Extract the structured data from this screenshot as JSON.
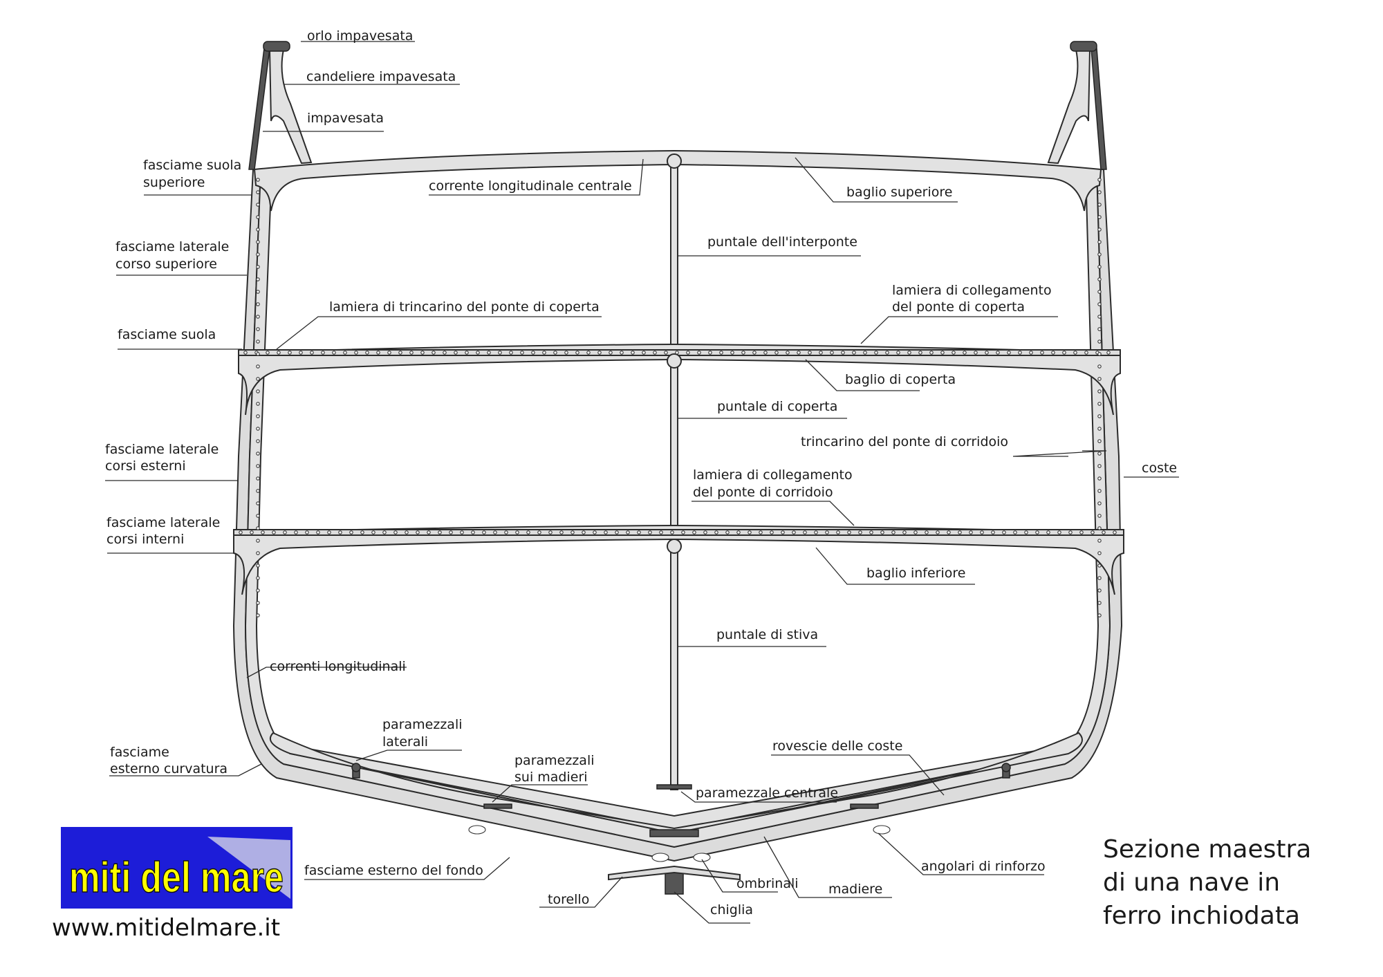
{
  "title_lines": [
    "Sezione maestra",
    "di una nave in",
    "ferro inchiodata"
  ],
  "logo_text": "miti del mare",
  "website": "www.mitidelmare.it",
  "labels": {
    "orlo_impavesata": "orlo impavesata",
    "candeliere_impavesata": "candeliere impavesata",
    "impavesata": "impavesata",
    "fasciame_suola_superiore_1": "fasciame suola",
    "fasciame_suola_superiore_2": "superiore",
    "corrente_longitudinale_centrale": "corrente longitudinale centrale",
    "baglio_superiore": "baglio superiore",
    "puntale_interponte": "puntale dell'interponte",
    "fasciame_laterale_corso_superiore_1": "fasciame laterale",
    "fasciame_laterale_corso_superiore_2": "corso superiore",
    "lamiera_collegamento_coperta_1": "lamiera di collegamento",
    "lamiera_collegamento_coperta_2": "del ponte di coperta",
    "lamiera_trincarino_coperta": "lamiera di trincarino del ponte di coperta",
    "fasciame_suola": "fasciame suola",
    "baglio_coperta": "baglio di coperta",
    "puntale_coperta": "puntale di coperta",
    "trincarino_corridoio": "trincarino del ponte di corridoio",
    "fasciame_laterale_corsi_esterni_1": "fasciame laterale",
    "fasciame_laterale_corsi_esterni_2": "corsi esterni",
    "coste": "coste",
    "lamiera_collegamento_corridoio_1": "lamiera di collegamento",
    "lamiera_collegamento_corridoio_2": "del ponte di corridoio",
    "fasciame_laterale_corsi_interni_1": "fasciame laterale",
    "fasciame_laterale_corsi_interni_2": "corsi interni",
    "baglio_inferiore": "baglio inferiore",
    "puntale_stiva": "puntale di stiva",
    "correnti_longitudinali": "correnti longitudinali",
    "paramezzali_laterali_1": "paramezzali",
    "paramezzali_laterali_2": "laterali",
    "rovescie_coste": "rovescie delle coste",
    "fasciame_esterno_curvatura_1": "fasciame",
    "fasciame_esterno_curvatura_2": "esterno curvatura",
    "paramezzali_madieri_1": "paramezzali",
    "paramezzali_madieri_2": "sui madieri",
    "paramezzale_centrale": "paramezzale centrale",
    "fasciame_esterno_fondo": "fasciame  esterno del fondo",
    "angolari_rinforzo": "angolari di rinforzo",
    "ombrinali": "ombrinali",
    "madiere": "madiere",
    "torello": "torello",
    "chiglia": "chiglia"
  },
  "colors": {
    "steel_fill": "#dcdcdc",
    "outline": "#2b2b2b",
    "logo_bg": "#1d1dd8",
    "logo_text": "#ffff00"
  }
}
